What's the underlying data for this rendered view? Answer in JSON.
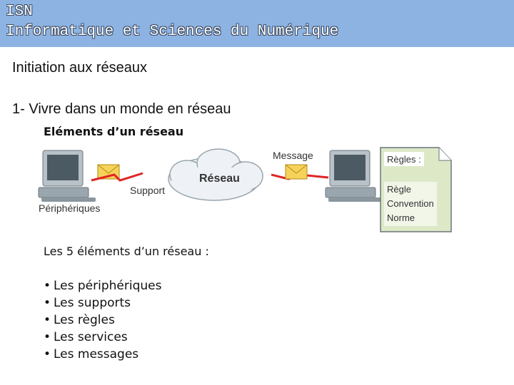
{
  "header": {
    "line1": "ISN",
    "line2": "Informatique et Sciences du Numérique"
  },
  "title": "Initiation aux réseaux",
  "section": "1- Vivre dans un monde en réseau",
  "subsection": "Eléments d’un réseau",
  "diagram": {
    "message": "Message",
    "network": "Réseau",
    "support": "Support",
    "peripherals": "Périphériques",
    "rules_title": "Règles :",
    "rule_items": [
      "Règle",
      "Convention",
      "Norme"
    ]
  },
  "intro": "Les 5 éléments d’un réseau :",
  "bullet_char": "•",
  "elements": [
    "Les périphériques",
    "Les supports",
    "Les règles",
    "Les services",
    "Les messages"
  ]
}
